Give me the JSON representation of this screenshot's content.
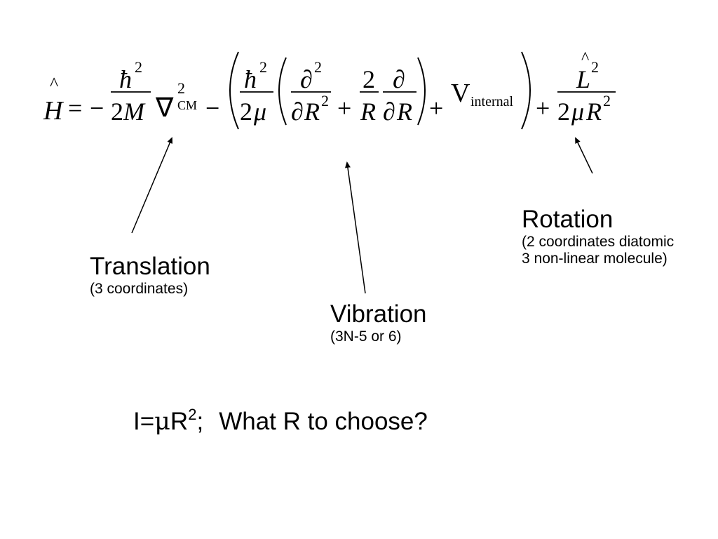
{
  "equation": {
    "H": "H",
    "hat": "^",
    "eq": "=",
    "minus": "−",
    "hbar": "ħ",
    "two": "2",
    "M": "M",
    "nabla": "∇",
    "cm": "CM",
    "mu": "μ",
    "partial": "∂",
    "R": "R",
    "plus": "+",
    "V": "V",
    "internal": "internal",
    "L": "L"
  },
  "labels": {
    "translation": {
      "title": "Translation",
      "detail": "(3 coordinates)"
    },
    "vibration": {
      "title": "Vibration",
      "detail": "(3N-5 or 6)"
    },
    "rotation": {
      "title": "Rotation",
      "detail_line1": "(2 coordinates diatomic",
      "detail_line2": "3 non-linear molecule)"
    }
  },
  "bottom": {
    "lhs": "I=",
    "mu": "μ",
    "r": "R",
    "exp": "2",
    "semicolon": ";",
    "question": "What R to choose?"
  }
}
